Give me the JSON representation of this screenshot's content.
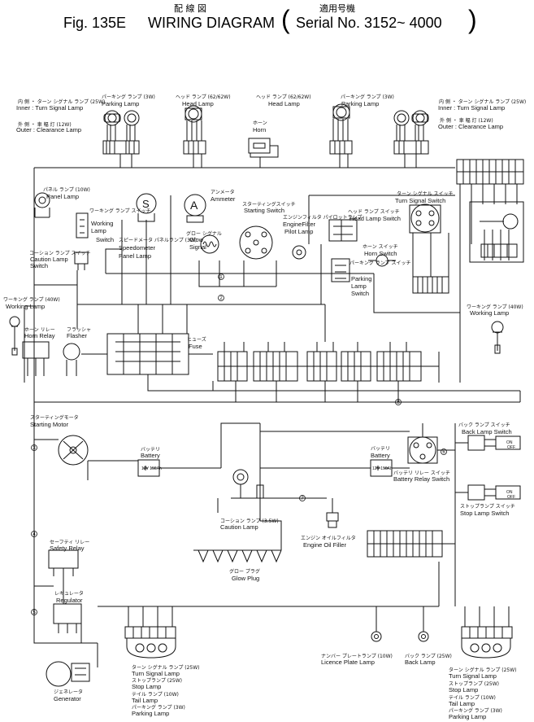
{
  "title": {
    "jp_heading": "配 線 図",
    "jp_applicable": "適用号機",
    "fig": "Fig. 135E",
    "name": "WIRING DIAGRAM",
    "serial_open": "(",
    "serial": "Serial No. 3152~ 4000",
    "serial_close": ")"
  },
  "top": {
    "inner_left_jp": "内 側 ・ ターン シグナル ランプ (25W)",
    "inner_left_en": "Inner : Turn Signal Lamp",
    "outer_left_jp": "外 側 ・ 車 幅 灯 (12W)",
    "outer_left_en": "Outer : Clearance Lamp",
    "parking_left_jp": "パーキング ランプ (3W)",
    "parking_left_en": "Parking Lamp",
    "head_left_jp": "ヘッド ランプ (62/62W)",
    "head_left_en": "Head Lamp",
    "head_right_jp": "ヘッド ランプ (62/62W)",
    "head_right_en": "Head Lamp",
    "parking_right_jp": "パーキング ランプ (3W)",
    "parking_right_en": "Parking Lamp",
    "inner_right_jp": "内 側 ・ ターン シグナル ランプ (25W)",
    "inner_right_en": "Inner : Turn Signal Lamp",
    "outer_right_jp": "外 側 ・ 車 幅 灯 (12W)",
    "outer_right_en": "Outer : Clearance Lamp",
    "horn_jp": "ホーン",
    "horn_en": "Horn"
  },
  "panel": {
    "panel_lamp_jp": "パネル ランプ (10W)",
    "panel_lamp_en": "Panel Lamp",
    "working_lamp_switch_jp": "ワーキング ランプ スイッチ",
    "working_lamp_switch_en1": "Working",
    "working_lamp_switch_en2": "Lamp",
    "working_lamp_switch_en3": "Switch",
    "speedometer_jp": "スピードメータ パネルランプ (3W)",
    "speedometer_en1": "Speedometer",
    "speedometer_en2": "Panel Lamp",
    "glow_signal_jp": "グロー シグナル",
    "glow_signal_en1": "Glow",
    "glow_signal_en2": "Signal",
    "ammeter_jp": "アンメータ",
    "ammeter_en": "Ammeter",
    "starting_switch_jp": "スターティングスイッチ",
    "starting_switch_en": "Starting Switch",
    "engine_filter_jp": "エンジンフィルタ パイロットランプ",
    "engine_filter_en1": "EngineFilter",
    "engine_filter_en2": "Pilot Lamp",
    "caution_switch_jp": "コーション ランプ スイッチ",
    "caution_switch_en1": "Caution Lamp",
    "caution_switch_en2": "Switch",
    "head_lamp_switch_jp": "ヘッド ランプ スイッチ",
    "head_lamp_switch_en": "Head Lamp Switch",
    "turn_signal_switch_jp": "ターン シグナル スイッチ",
    "turn_signal_switch_en": "Turn Signal Switch",
    "horn_switch_jp": "ホーン スイッチ",
    "horn_switch_en": "Horn Switch",
    "parking_lamp_switch_jp": "パーキング ランプ スイッチ",
    "parking_lamp_switch_en1": "Parking",
    "parking_lamp_switch_en2": "Lamp",
    "parking_lamp_switch_en3": "Switch",
    "working_lamp_left_jp": "ワーキング ランプ (40W)",
    "working_lamp_left_en": "Working Lamp",
    "working_lamp_right_jp": "ワーキング ランプ (40W)",
    "working_lamp_right_en": "Working Lamp",
    "horn_relay_jp": "ホーン リレー",
    "horn_relay_en": "Horn Relay",
    "flasher_jp": "フラッシャ",
    "flasher_en": "Flasher",
    "fuse_jp": "ヒューズ",
    "fuse_en": "Fuse",
    "ammeter_symbol": "A",
    "speed_symbol": "S"
  },
  "middle": {
    "starting_motor_jp": "スターティングモータ",
    "starting_motor_en": "Starting Motor",
    "battery_left_jp": "バッテリ",
    "battery_left_en": "Battery",
    "battery_left_rating": "12V 150Ah",
    "battery_right_jp": "バッテリ",
    "battery_right_en": "Battery",
    "battery_right_rating": "12V 150Ah",
    "battery_relay_jp": "バッテリ リレー スイッチ",
    "battery_relay_en": "Battery Relay Switch",
    "back_lamp_switch_jp": "バック ランプ スイッチ",
    "back_lamp_switch_en": "Back Lamp Switch",
    "stop_lamp_switch_jp": "ストップランプ スイッチ",
    "stop_lamp_switch_en": "Stop Lamp Switch",
    "caution_lamp_jp": "コーション ランプ (3.5W)",
    "caution_lamp_en": "Caution Lamp",
    "engine_oil_filler_jp": "エンジン オイルフィルタ",
    "engine_oil_filler_en": "Engine Oil Filler",
    "safety_relay_jp": "セーフティ リレー",
    "safety_relay_en": "Safety Relay",
    "glow_plug_jp": "グロー プラグ",
    "glow_plug_en": "Glow Plug",
    "regulator_jp": "レギュレータ",
    "regulator_en": "Regulator",
    "generator_jp": "ジェネレータ",
    "generator_en": "Generator",
    "on_label": "ON",
    "off_label": "OFF"
  },
  "bottom": {
    "left_turn_jp": "ターン シグナル ランプ (25W)",
    "left_turn_en": "Turn Signal Lamp",
    "left_stop_jp": "ストップランプ (25W)",
    "left_stop_en": "Stop Lamp",
    "left_tail_jp": "テイル ランプ (10W)",
    "left_tail_en": "Tail Lamp",
    "left_parking_jp": "パーキング ランプ (3W)",
    "left_parking_en": "Parking Lamp",
    "licence_jp": "ナンバー プレートランプ (10W)",
    "licence_en": "Licence Plate Lamp",
    "back_lamp_jp": "バック ランプ (25W)",
    "back_lamp_en": "Back Lamp",
    "right_turn_jp": "ターン シグナル ランプ (25W)",
    "right_turn_en": "Turn Signal Lamp",
    "right_stop_jp": "ストップランプ (25W)",
    "right_stop_en": "Stop Lamp",
    "right_tail_jp": "テイル ランプ (10W)",
    "right_tail_en": "Tail Lamp",
    "right_parking_jp": "パーキング ランプ (3W)",
    "right_parking_en": "Parking Lamp"
  },
  "circled_numbers": [
    "1",
    "2",
    "3",
    "4",
    "5",
    "6",
    "7",
    "8"
  ]
}
